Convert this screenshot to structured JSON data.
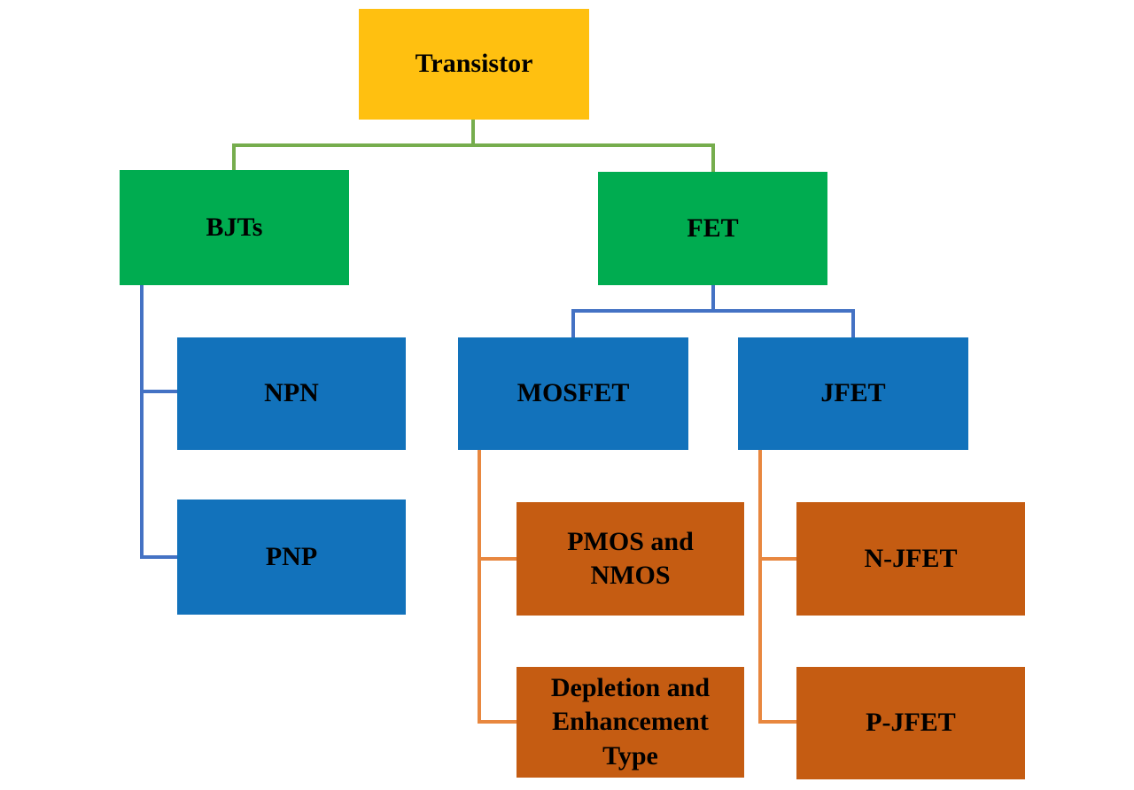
{
  "diagram": {
    "type": "tree",
    "root_label": "Transistor",
    "nodes": {
      "transistor": {
        "label": "Transistor",
        "fill": "#FFC010"
      },
      "bjts": {
        "label": "BJTs",
        "fill": "#00AC50"
      },
      "fet": {
        "label": "FET",
        "fill": "#00AC50"
      },
      "npn": {
        "label": "NPN",
        "fill": "#1272BB"
      },
      "pnp": {
        "label": "PNP",
        "fill": "#1272BB"
      },
      "mosfet": {
        "label": "MOSFET",
        "fill": "#1272BB"
      },
      "jfet": {
        "label": "JFET",
        "fill": "#1272BB"
      },
      "pmos_nmos": {
        "label": "PMOS and NMOS",
        "fill": "#C55C12"
      },
      "depletion_enhancement": {
        "label": "Depletion and Enhancement Type",
        "fill": "#C55C12"
      },
      "n_jfet": {
        "label": "N-JFET",
        "fill": "#C55C12"
      },
      "p_jfet": {
        "label": "P-JFET",
        "fill": "#C55C12"
      }
    },
    "edges": [
      {
        "from": "Transistor",
        "to": "BJTs"
      },
      {
        "from": "Transistor",
        "to": "FET"
      },
      {
        "from": "BJTs",
        "to": "NPN"
      },
      {
        "from": "BJTs",
        "to": "PNP"
      },
      {
        "from": "FET",
        "to": "MOSFET"
      },
      {
        "from": "FET",
        "to": "JFET"
      },
      {
        "from": "MOSFET",
        "to": "PMOS and NMOS"
      },
      {
        "from": "MOSFET",
        "to": "Depletion and Enhancement Type"
      },
      {
        "from": "JFET",
        "to": "N-JFET"
      },
      {
        "from": "JFET",
        "to": "P-JFET"
      }
    ],
    "connector_colors": {
      "level1_green": "#76AD4D",
      "level2_blue": "#4472C4",
      "level3_orange": "#E8873F"
    },
    "text_color": "#000000",
    "background": "#FFFFFF"
  }
}
